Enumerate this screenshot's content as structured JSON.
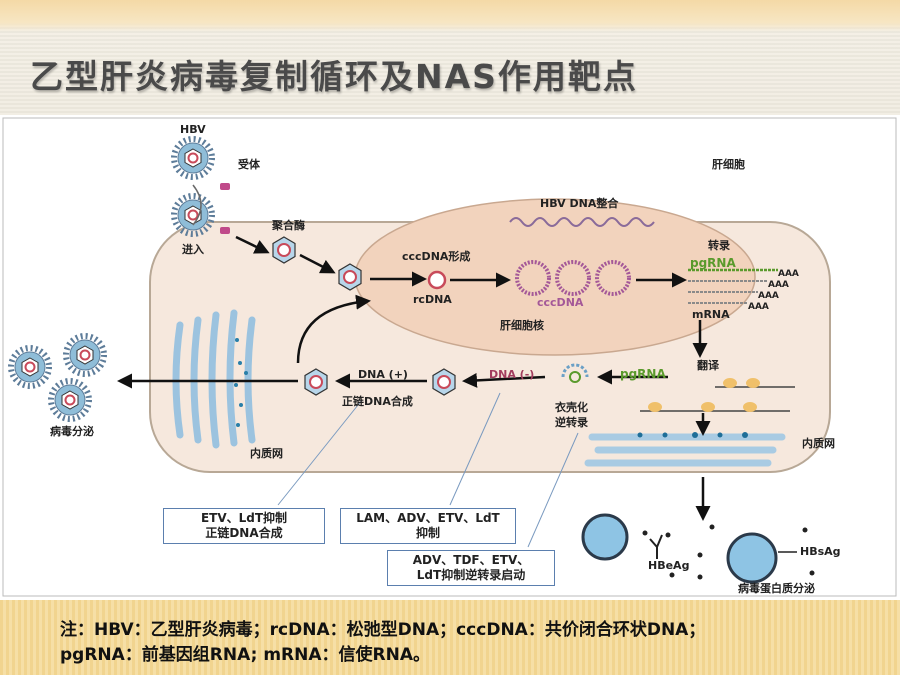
{
  "slide": {
    "title": "乙型肝炎病毒复制循环及NAS作用靶点",
    "footnote_line1": "注：HBV：乙型肝炎病毒；rcDNA：松弛型DNA；cccDNA：共价闭合环状DNA；",
    "footnote_line2": "pgRNA：前基因组RNA; mRNA：信使RNA。"
  },
  "diagram": {
    "labels": {
      "hbv": "HBV",
      "receptor": "受体",
      "entry": "进入",
      "polymerase": "聚合酶",
      "hepatocyte": "肝细胞",
      "integration": "HBV DNA整合",
      "ccc_formation": "cccDNA形成",
      "rcdna": "rcDNA",
      "cccdna": "cccDNA",
      "transcription": "转录",
      "pgrna_nucleus": "pgRNA",
      "mrna": "mRNA",
      "nucleus": "肝细胞核",
      "aaa": "AAA",
      "translation": "翻译",
      "pgrna_cyto": "pgRNA",
      "dna_minus": "DNA (-)",
      "dna_plus": "DNA (+)",
      "plus_strand_synthesis": "正链DNA合成",
      "encapsidation_line1": "衣壳化",
      "encapsidation_line2": "逆转录",
      "er_left": "内质网",
      "er_right": "内质网",
      "virus_secretion": "病毒分泌",
      "protein_secretion": "病毒蛋白质分泌",
      "hbeag": "HBeAg",
      "hbsag": "HBsAg"
    },
    "drug_boxes": [
      {
        "line1": "ETV、LdT抑制",
        "line2": "正链DNA合成"
      },
      {
        "line1": "LAM、ADV、ETV、LdT",
        "line2": "抑制"
      },
      {
        "line1": "ADV、TDF、ETV、",
        "line2": "LdT抑制逆转录启动"
      }
    ]
  },
  "colors": {
    "cell_fill": "#f6e8dd",
    "nucleus_fill": "#f2d3bd",
    "virion_outer": "#7fb0cf",
    "virion_spike": "#5d7c99",
    "capsid": "#c84a5a",
    "cccdna": "#a45898",
    "pgrna_green": "#5a9a2c",
    "dna_minus_red": "#a23c5e",
    "er_blue": "#a9cbe3",
    "box_border": "#5b7fae"
  }
}
